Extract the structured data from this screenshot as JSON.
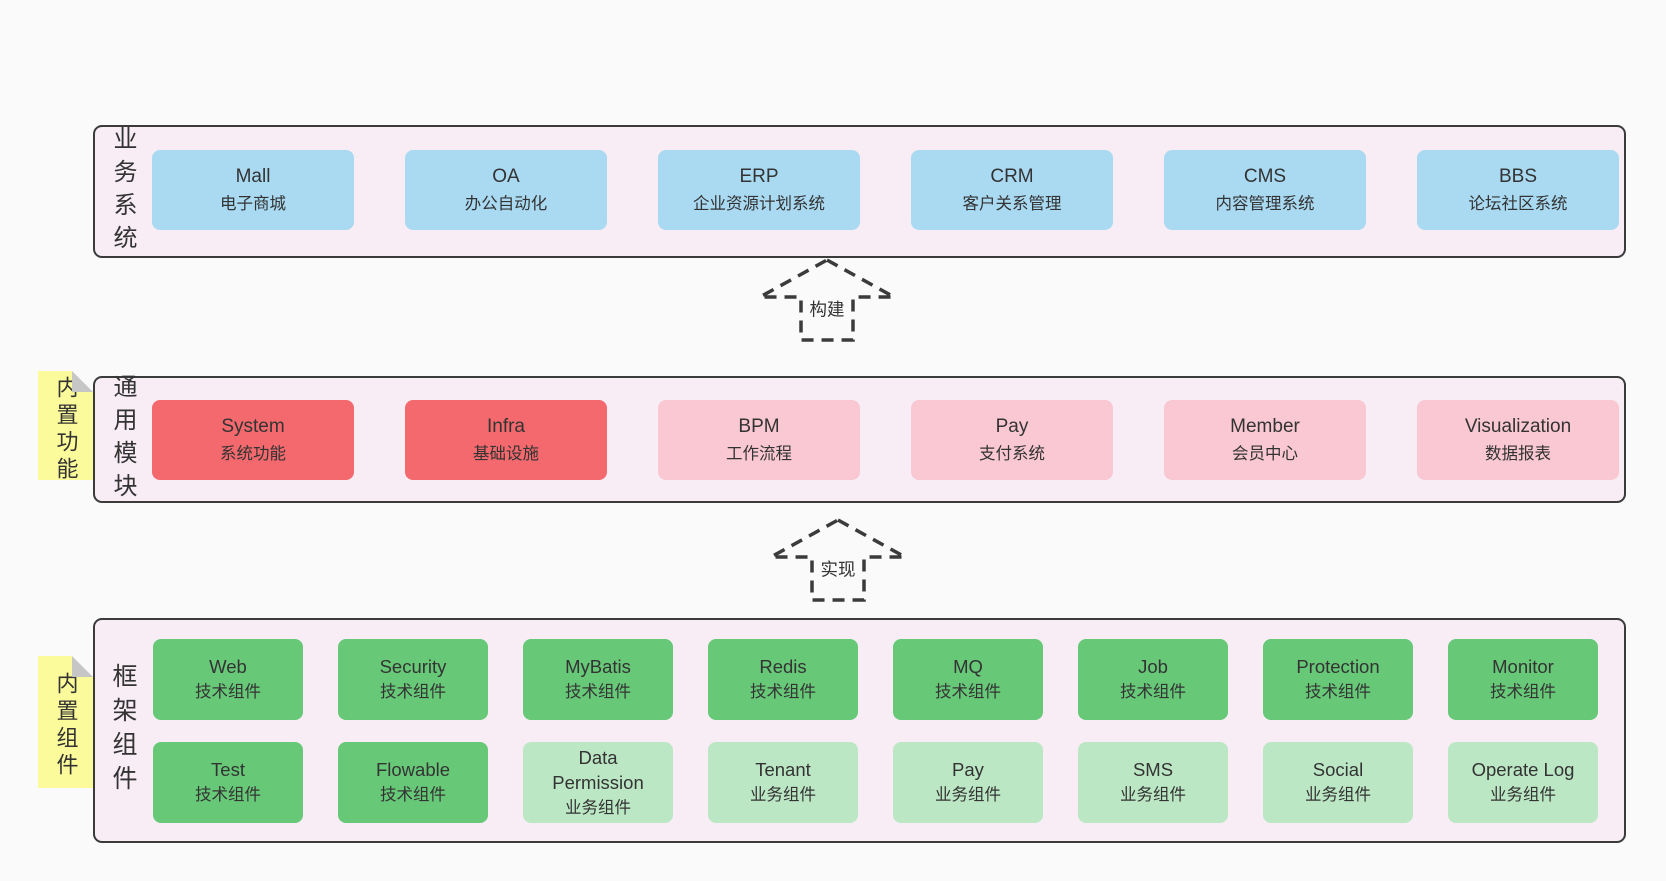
{
  "colors": {
    "page_background": "#fafafa",
    "layer_background": "#f8edf5",
    "layer_border": "#3b3b3b",
    "business_box": "#a9daf2",
    "module_core_box": "#f3696d",
    "module_box": "#f9c8d3",
    "tech_component_box": "#67c878",
    "biz_component_box": "#bce7c4",
    "note_background": "#fbfb9b",
    "note_fold": "#c6c6c6",
    "text": "#333333"
  },
  "arrows": [
    {
      "label": "构建"
    },
    {
      "label": "实现"
    }
  ],
  "layers": {
    "business": {
      "label": "业务系统",
      "items": [
        {
          "name": "Mall",
          "subtitle": "电子商城"
        },
        {
          "name": "OA",
          "subtitle": "办公自动化"
        },
        {
          "name": "ERP",
          "subtitle": "企业资源计划系统"
        },
        {
          "name": "CRM",
          "subtitle": "客户关系管理"
        },
        {
          "name": "CMS",
          "subtitle": "内容管理系统"
        },
        {
          "name": "BBS",
          "subtitle": "论坛社区系统"
        }
      ]
    },
    "modules": {
      "label": "通用模块",
      "note": "内置功能",
      "items": [
        {
          "name": "System",
          "subtitle": "系统功能",
          "variant": "red"
        },
        {
          "name": "Infra",
          "subtitle": "基础设施",
          "variant": "red"
        },
        {
          "name": "BPM",
          "subtitle": "工作流程",
          "variant": "pink"
        },
        {
          "name": "Pay",
          "subtitle": "支付系统",
          "variant": "pink"
        },
        {
          "name": "Member",
          "subtitle": "会员中心",
          "variant": "pink"
        },
        {
          "name": "Visualization",
          "subtitle": "数据报表",
          "variant": "pink"
        }
      ]
    },
    "components": {
      "label": "框架组件",
      "note": "内置组件",
      "rows": [
        [
          {
            "name": "Web",
            "subtitle": "技术组件",
            "variant": "green-dark"
          },
          {
            "name": "Security",
            "subtitle": "技术组件",
            "variant": "green-dark"
          },
          {
            "name": "MyBatis",
            "subtitle": "技术组件",
            "variant": "green-dark"
          },
          {
            "name": "Redis",
            "subtitle": "技术组件",
            "variant": "green-dark"
          },
          {
            "name": "MQ",
            "subtitle": "技术组件",
            "variant": "green-dark"
          },
          {
            "name": "Job",
            "subtitle": "技术组件",
            "variant": "green-dark"
          },
          {
            "name": "Protection",
            "subtitle": "技术组件",
            "variant": "green-dark"
          },
          {
            "name": "Monitor",
            "subtitle": "技术组件",
            "variant": "green-dark"
          }
        ],
        [
          {
            "name": "Test",
            "subtitle": "技术组件",
            "variant": "green-dark"
          },
          {
            "name": "Flowable",
            "subtitle": "技术组件",
            "variant": "green-dark"
          },
          {
            "name": "Data Permission",
            "subtitle": "业务组件",
            "variant": "green-light"
          },
          {
            "name": "Tenant",
            "subtitle": "业务组件",
            "variant": "green-light"
          },
          {
            "name": "Pay",
            "subtitle": "业务组件",
            "variant": "green-light"
          },
          {
            "name": "SMS",
            "subtitle": "业务组件",
            "variant": "green-light"
          },
          {
            "name": "Social",
            "subtitle": "业务组件",
            "variant": "green-light"
          },
          {
            "name": "Operate Log",
            "subtitle": "业务组件",
            "variant": "green-light"
          }
        ]
      ]
    }
  }
}
